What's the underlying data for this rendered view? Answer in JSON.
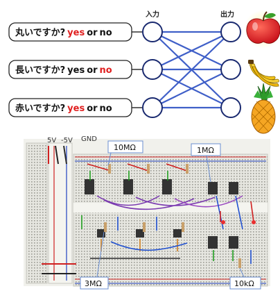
{
  "colors": {
    "edge": "#3f5fc8",
    "node_stroke": "#1a2a70",
    "yes": "#e02020",
    "no": "#e02020",
    "text": "#111111",
    "breadboard": "#e8e8e2",
    "label_border": "#6a8ed0"
  },
  "network": {
    "input_header": "入力",
    "output_header": "出力",
    "questions": [
      {
        "text": "丸いですか?",
        "yes": "yes",
        "or": " or ",
        "no": "no",
        "highlight": "yes"
      },
      {
        "text": "長いですか?",
        "yes": "yes",
        "or": " or ",
        "no": "no",
        "highlight": "no"
      },
      {
        "text": "赤いですか?",
        "yes": "yes",
        "or": " or ",
        "no": "no",
        "highlight": "yes"
      }
    ],
    "fruits": [
      "apple-icon",
      "banana-icon",
      "pineapple-icon"
    ]
  },
  "circuit": {
    "power_labels": [
      "5V",
      "-5V",
      "GND"
    ],
    "resistor_labels": [
      "10MΩ",
      "1MΩ",
      "3MΩ",
      "10kΩ"
    ]
  }
}
